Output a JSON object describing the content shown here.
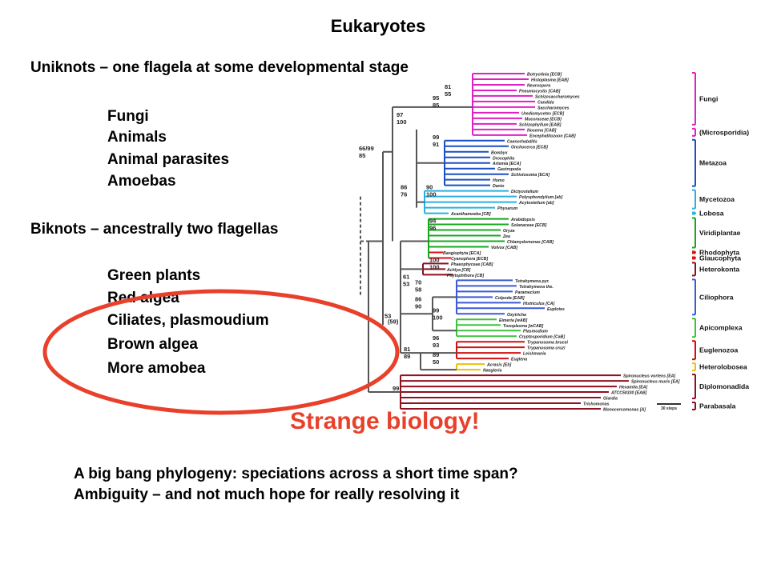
{
  "slide": {
    "title": "Eukaryotes",
    "uniknots_heading": "Uniknots – one flagela at some developmental stage",
    "uniknots_items": [
      "Fungi",
      "Animals",
      "Animal parasites",
      "Amoebas"
    ],
    "biknots_heading": "Biknots – ancestrally two flagellas",
    "biknots_items": [
      "Green plants",
      "Red algea",
      "Ciliates, plasmoudium",
      "Brown algea",
      "More amobea"
    ],
    "exclamation": "Strange biology!",
    "bottom_lines": [
      "A big bang phylogeny: speciations across a short time span?",
      "Ambiguity – and not much hope for really resolving it"
    ],
    "accent_color": "#e8402a"
  },
  "tree": {
    "groups": [
      {
        "name": "Fungi",
        "color": "#e020c0"
      },
      {
        "name": "(Microsporidia)",
        "color": "#e020c0"
      },
      {
        "name": "Metazoa",
        "color": "#1a4fc4"
      },
      {
        "name": "Mycetozoa",
        "color": "#2ab0e0"
      },
      {
        "name": "Lobosa",
        "color": "#2ab0e0"
      },
      {
        "name": "Viridiplantae",
        "color": "#16a81c"
      },
      {
        "name": "Rhodophyta",
        "color": "#e01010"
      },
      {
        "name": "Glaucophyta",
        "color": "#e01010"
      },
      {
        "name": "Heterokonta",
        "color": "#8a1020"
      },
      {
        "name": "Ciliophora",
        "color": "#3a5ad8"
      },
      {
        "name": "Apicomplexa",
        "color": "#40c040"
      },
      {
        "name": "Euglenozoa",
        "color": "#d01010"
      },
      {
        "name": "Heterolobosea",
        "color": "#e8c010"
      },
      {
        "name": "Diplomonadida",
        "color": "#901020"
      },
      {
        "name": "Parabasala",
        "color": "#901020"
      }
    ],
    "taxa": [
      "Botryotinia [ECB]",
      "Histoplasma [EAB]",
      "Neurospora",
      "Pneumocystis [CAB]",
      "Schizosaccharomyces",
      "Candida",
      "Saccharomyces",
      "Urediomycetes [ECB]",
      "Mucoraceae [ECB]",
      "Schizophyllum [EAB]",
      "Nosema [CAB]",
      "Encephalitozoon [CAB]",
      "Caenorhabditis",
      "Onchocerca [ECB]",
      "Bombyx",
      "Drosophila",
      "Artemia [ECA]",
      "Gastropoda",
      "Schistosoma [ECA]",
      "Homo",
      "Danio",
      "Dictyostelium",
      "Polysphondylium [ab]",
      "Acytostelium [ab]",
      "Physarum",
      "Acanthamoeba [CB]",
      "Arabidopsis",
      "Solanaceae [ECB]",
      "Oryza",
      "Zea",
      "Chlamydomonas [CAB]",
      "Volvox [CAB]",
      "Bangiophyta [ECA]",
      "Cyanophora [ECB]",
      "Phaeophyceae [CAB]",
      "Achlya [CB]",
      "Phytophthora [CB]",
      "Tetrahymena pyr.",
      "Tetrahymena the.",
      "Paramecium",
      "Colpoda [EAB]",
      "Histriculus [CA]",
      "Euplotes",
      "Oxytricha",
      "Eimeria [wAB]",
      "Toxoplasma [wCAB]",
      "Plasmodium",
      "Cryptosporidium [CaB]",
      "Trypanosoma brucei",
      "Trypanosoma cruzi",
      "Leishmania",
      "Euglena",
      "Acrasis [Eb]",
      "Naegleria",
      "Spironucleus vortens [EA]",
      "Spironucleus muris [EA]",
      "Hexamita [EA]",
      "ATCC50330 [EAB]",
      "Giardia",
      "Trichomonas",
      "Monocercomonas [A]"
    ],
    "bootstraps": [
      {
        "top": "81",
        "bottom": "55"
      },
      {
        "top": "95",
        "bottom": "85"
      },
      {
        "top": "97",
        "bottom": "100"
      },
      {
        "top": "99",
        "bottom": "91"
      },
      {
        "top": "66/99",
        "bottom": "85"
      },
      {
        "top": "90",
        "bottom": "100"
      },
      {
        "top": "86",
        "bottom": "76"
      },
      {
        "top": "94",
        "bottom": "96"
      },
      {
        "top": "100",
        "bottom": "100"
      },
      {
        "top": "61",
        "bottom": "53"
      },
      {
        "top": "70",
        "bottom": "58"
      },
      {
        "top": "86",
        "bottom": "90"
      },
      {
        "top": "99",
        "bottom": "100"
      },
      {
        "top": "(59)",
        "bottom": ""
      },
      {
        "top": "53",
        "bottom": ""
      },
      {
        "top": "96",
        "bottom": "93"
      },
      {
        "top": "81",
        "bottom": "89"
      },
      {
        "top": "89",
        "bottom": "50"
      },
      {
        "top": "99",
        "bottom": ""
      }
    ],
    "scale_label": "30 steps"
  }
}
